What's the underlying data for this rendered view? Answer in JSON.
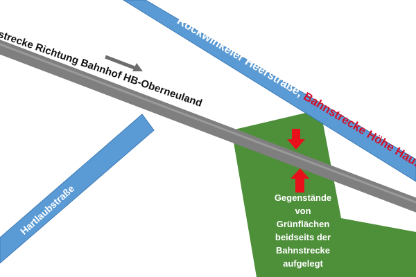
{
  "labels": {
    "railway": "nstrecke Richtung Bahnhof HB-Oberneuland",
    "heerstrasse_part1": "Rockwinkeler Heerstraße,",
    "heerstrasse_part2": " Bahnstrecke Höhe Hausnummer",
    "hartlaubstrasse": "Hartlaubstraße",
    "note_lines": [
      "Gegenstände von",
      "Grünflächen",
      "beidseits der",
      "Bahnstrecke",
      "aufgelegt"
    ]
  },
  "icons": {
    "direction": "arrow-right-icon",
    "marker_top": "arrow-down-icon",
    "marker_bottom": "arrow-up-icon"
  },
  "colors": {
    "road_fill": "#5b9bd5",
    "road_stroke": "#3a78b5",
    "rail": "#7f7f7f",
    "green_area": "#4e8f3a",
    "marker": "#e8101a",
    "direction_arrow": "#6d6d6d"
  }
}
